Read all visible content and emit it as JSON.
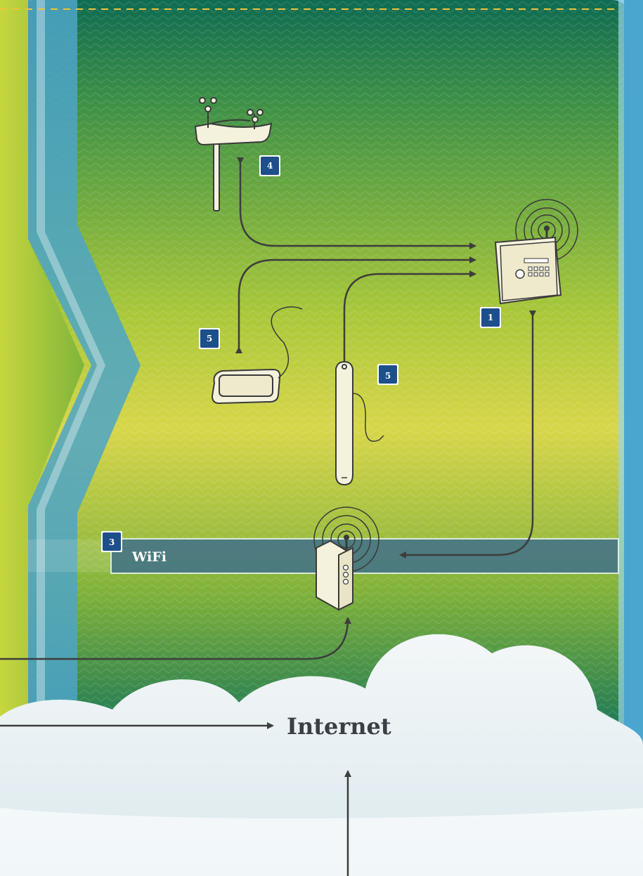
{
  "labels": {
    "wifi": "WiFi",
    "internet": "Internet"
  },
  "badges": {
    "console": "1",
    "router": "3",
    "weather_station": "4",
    "display_sensor": "5",
    "probe_sensor": "5"
  },
  "colors": {
    "badge_fill": "#1d4f8a",
    "arrow": "#3d3d3d",
    "wifi_bar": "#3f6f86",
    "dash_line": "#f2c23a"
  }
}
